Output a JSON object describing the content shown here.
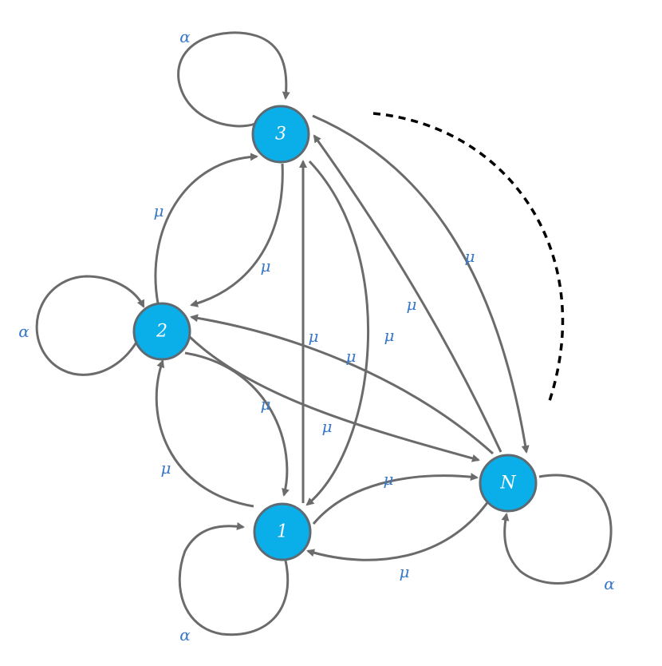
{
  "colors": {
    "node_fill": "#0aaee8",
    "edge": "#6b6b6b",
    "label": "#3a78c9"
  },
  "nodes": [
    {
      "id": "n3",
      "label": "3"
    },
    {
      "id": "n2",
      "label": "2"
    },
    {
      "id": "n1",
      "label": "1"
    },
    {
      "id": "nN",
      "label": "N"
    }
  ],
  "labels": {
    "alpha": "α",
    "mu": "μ"
  }
}
